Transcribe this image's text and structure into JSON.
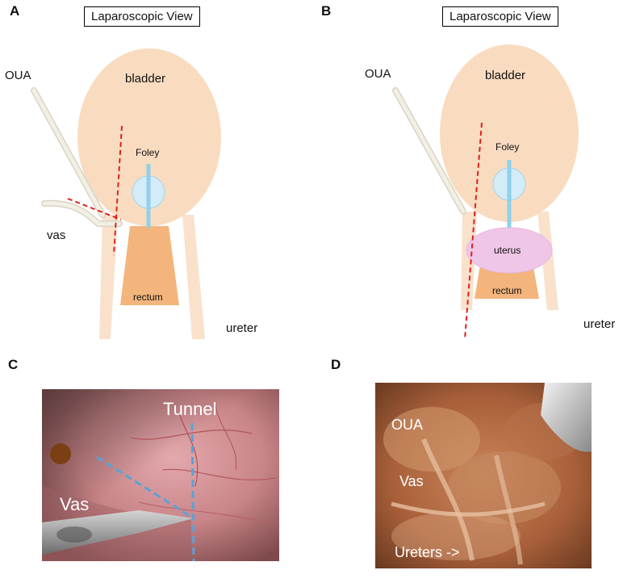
{
  "panels": {
    "A": {
      "letter": "A",
      "view_title": "Laparoscopic View",
      "labels": {
        "bladder": "bladder",
        "oua": "OUA",
        "foley": "Foley",
        "vas": "vas",
        "rectum": "rectum",
        "ureter": "ureter"
      }
    },
    "B": {
      "letter": "B",
      "view_title": "Laparoscopic View",
      "labels": {
        "bladder": "bladder",
        "oua": "OUA",
        "foley": "Foley",
        "uterus": "uterus",
        "rectum": "rectum",
        "ureter": "ureter"
      }
    },
    "C": {
      "letter": "C",
      "labels": {
        "tunnel": "Tunnel",
        "vas": "Vas"
      }
    },
    "D": {
      "letter": "D",
      "labels": {
        "oua": "OUA",
        "vas": "Vas",
        "ureters": "Ureters ->"
      }
    }
  },
  "colors": {
    "bladder": "#f9dcc0",
    "ureter": "#fae1cc",
    "rectum": "#f3b57c",
    "foley": "#8fd0ec",
    "foley_balloon": "#d4ecf8",
    "uterus": "#efc6e8",
    "oua_tube": "#f0eee2",
    "cut_line": "#e0201b",
    "tunnel_line": "#5aa2d6"
  }
}
